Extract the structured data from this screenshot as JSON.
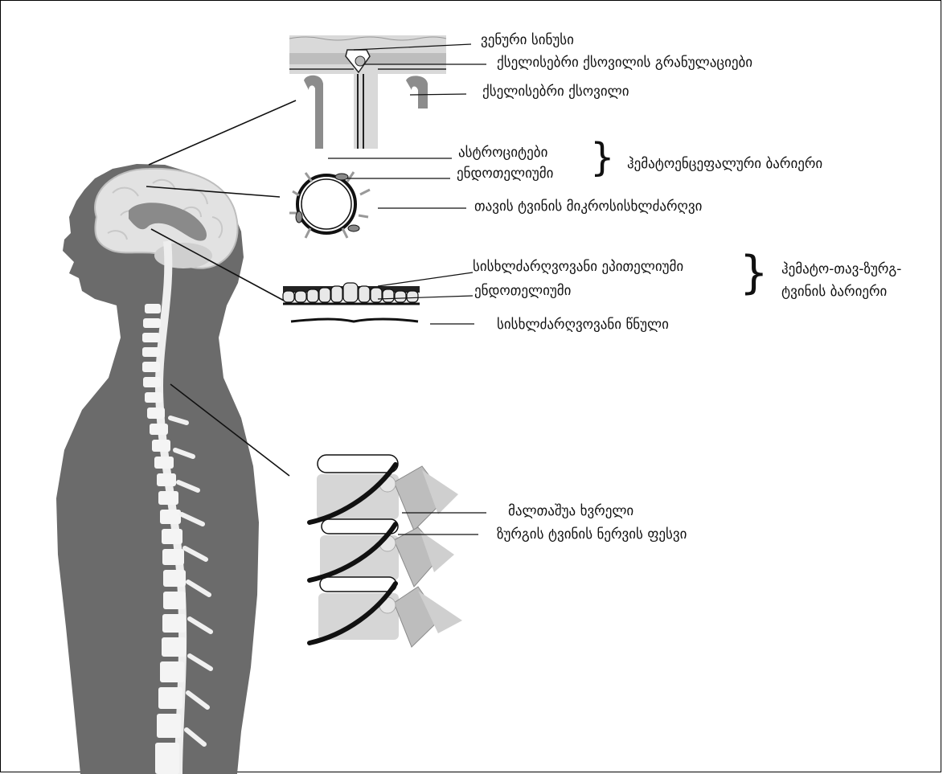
{
  "labels": {
    "venous_sinus": "ვენური სინუსი",
    "arachnoid_granulations": "ქსელისებრი ქსოვილის გრანულაციები",
    "arachnoid": "ქსელისებრი ქსოვილი",
    "astrocytes": "ასტროციტები",
    "endothelium_1": "ენდოთელიუმი",
    "bbb": "ჰემატოენცეფალური ბარიერი",
    "brain_microvessel": "თავის ტვინის მიკროსისხლძარღვი",
    "vascular_epithelium": "სისხლძარღვოვანი ეპითელიუმი",
    "endothelium_2": "ენდოთელიუმი",
    "bcsfb_line1": "ჰემატო-თავ-ზურგ-",
    "bcsfb_line2": "ტვინის ბარიერი",
    "vascular_layer": "სისხლძარღვოვანი წნული",
    "intervertebral_foramen": "მალთაშუა ხვრელი",
    "spinal_nerve_root": "ზურგის ტვინის ნერვის ფესვი"
  },
  "colors": {
    "body": "#6b6b6b",
    "brain": "#e3e3e3",
    "spine": "#f2f2f2",
    "vertebra": "#d7d7d7",
    "outline": "#111111"
  }
}
